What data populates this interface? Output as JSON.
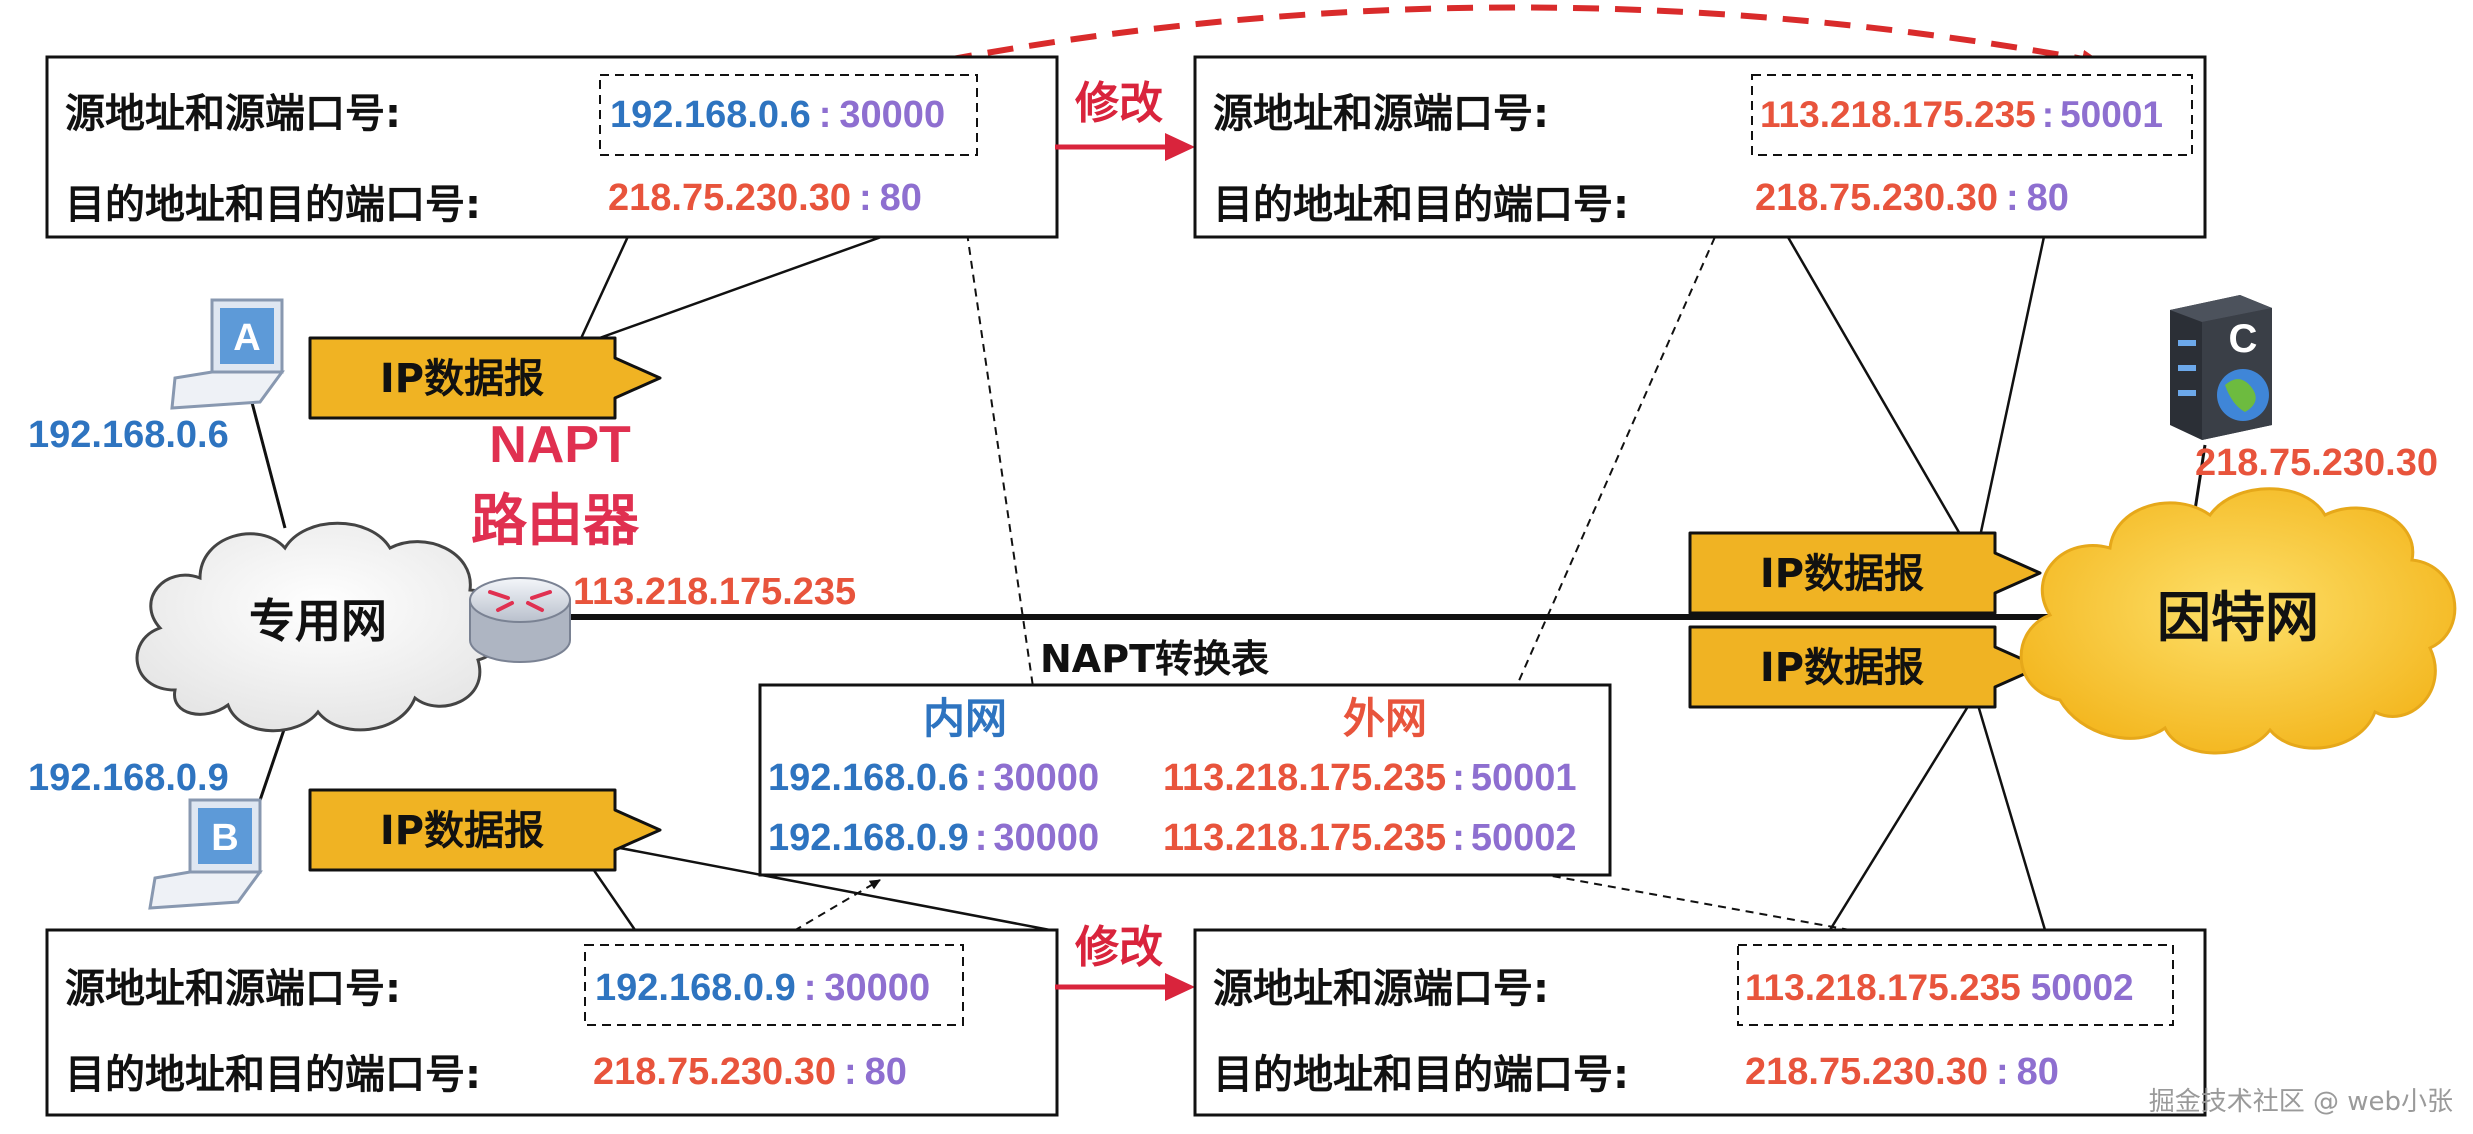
{
  "colors": {
    "blue": "#2e74c0",
    "red": "#e8543c",
    "purple": "#8e6fd0",
    "crimson": "#d9243c",
    "pink_red": "#e03050",
    "gold": "#f0b323",
    "dashed_arrow": "#d92b2b",
    "line": "#111111"
  },
  "icons": {
    "host_a": "laptop-icon",
    "host_b": "laptop-icon",
    "server_c": "server-icon",
    "router": "router-icon",
    "private_net": "cloud-icon",
    "internet": "cloud-icon"
  },
  "labels": {
    "src_label": "源地址和源端口号:",
    "dst_label": "目的地址和目的端口号:",
    "modify": "修改",
    "ip_datagram": "IP数据报",
    "napt": "NAPT",
    "router": "路由器",
    "private_net": "专用网",
    "internet": "因特网",
    "table_title": "NAPT转换表",
    "inner": "内网",
    "outer": "外网",
    "host_a_letter": "A",
    "host_b_letter": "B",
    "server_letter": "C",
    "colon": ":"
  },
  "addresses": {
    "host_a_ip": "192.168.0.6",
    "host_b_ip": "192.168.0.9",
    "router_ip": "113.218.175.235",
    "server_ip": "218.75.230.30",
    "server_port": "80",
    "inner_port": "30000",
    "outer_port_a": "50001",
    "outer_port_b": "50002"
  },
  "table": {
    "rows": [
      {
        "inner_ip": "192.168.0.6",
        "inner_port": "30000",
        "outer_ip": "113.218.175.235",
        "outer_port": "50001"
      },
      {
        "inner_ip": "192.168.0.9",
        "inner_port": "30000",
        "outer_ip": "113.218.175.235",
        "outer_port": "50002"
      }
    ]
  },
  "watermark": "掘金技术社区 @ web小张"
}
